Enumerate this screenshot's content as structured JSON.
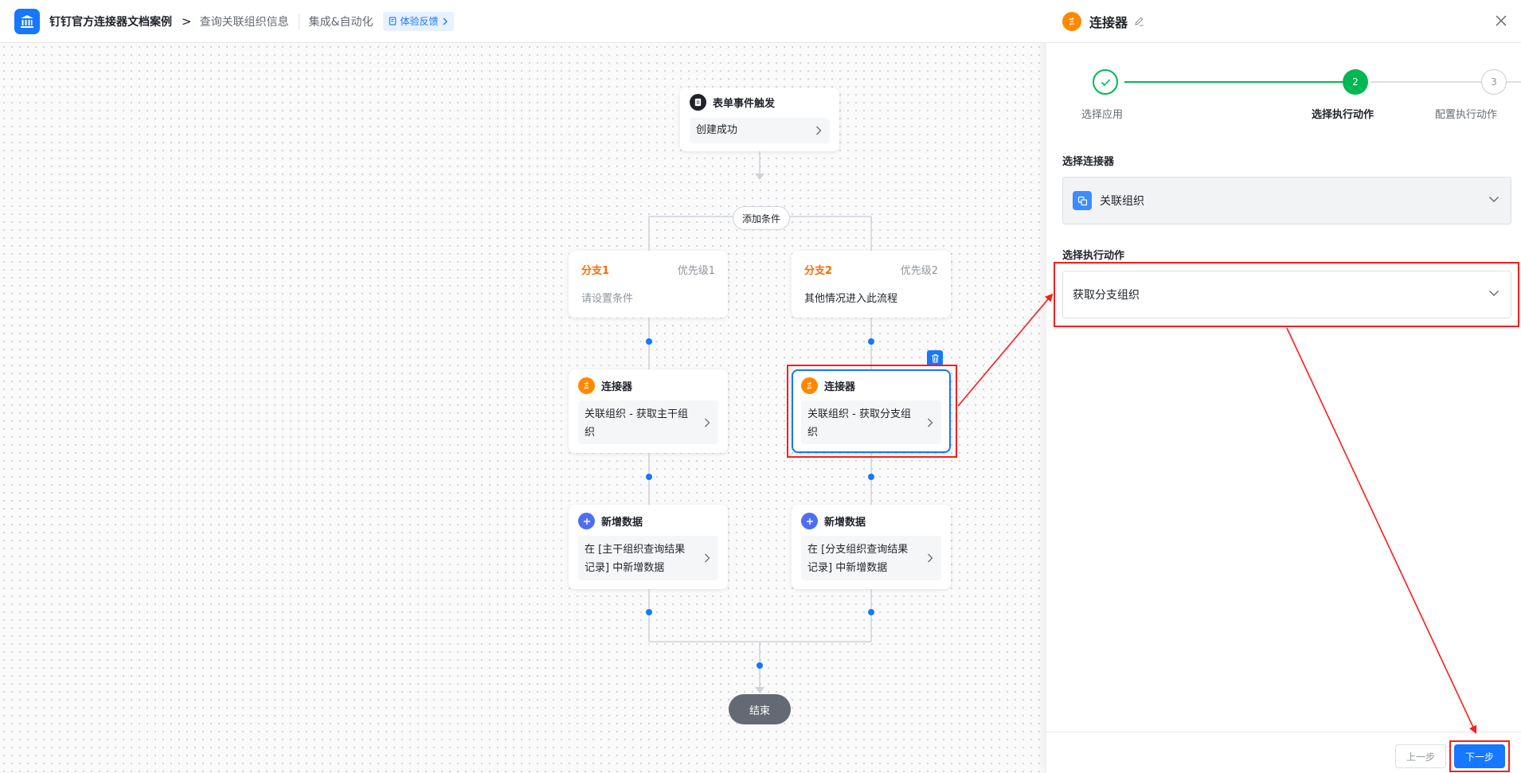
{
  "header": {
    "app_title": "钉钉官方连接器文档案例",
    "breadcrumb_sep": ">",
    "page_name": "查询关联组织信息",
    "menu": "集成&自动化",
    "feedback": "体验反馈"
  },
  "flow": {
    "trigger": {
      "title": "表单事件触发",
      "body": "创建成功"
    },
    "add_condition": "添加条件",
    "branches": [
      {
        "name": "分支1",
        "priority": "优先级1",
        "condition": "请设置条件"
      },
      {
        "name": "分支2",
        "priority": "优先级2",
        "condition": "其他情况进入此流程"
      }
    ],
    "connectors": [
      {
        "title": "连接器",
        "line1": "关联组织 - 获取主干组",
        "line2": "织"
      },
      {
        "title": "连接器",
        "line1": "关联组织 - 获取分支组",
        "line2": "织"
      }
    ],
    "add_data": [
      {
        "title": "新增数据",
        "line1": "在 [主干组织查询结果",
        "line2": "记录] 中新增数据"
      },
      {
        "title": "新增数据",
        "line1": "在 [分支组织查询结果",
        "line2": "记录] 中新增数据"
      }
    ],
    "end": "结束"
  },
  "drawer": {
    "title": "连接器",
    "steps": [
      {
        "label": "选择应用",
        "state": "done"
      },
      {
        "number": "2",
        "label": "选择执行动作",
        "state": "active"
      },
      {
        "number": "3",
        "label": "配置执行动作",
        "state": "pending"
      }
    ],
    "connector_label": "选择连接器",
    "connector_value": "关联组织",
    "action_label": "选择执行动作",
    "action_value": "获取分支组织",
    "prev_button": "上一步",
    "next_button": "下一步"
  },
  "colors": {
    "primary": "#1677ff",
    "success": "#00b853",
    "branch": "#ff6a00",
    "connector_icon": "#ff8800",
    "annotation": "#ff1a1a"
  }
}
